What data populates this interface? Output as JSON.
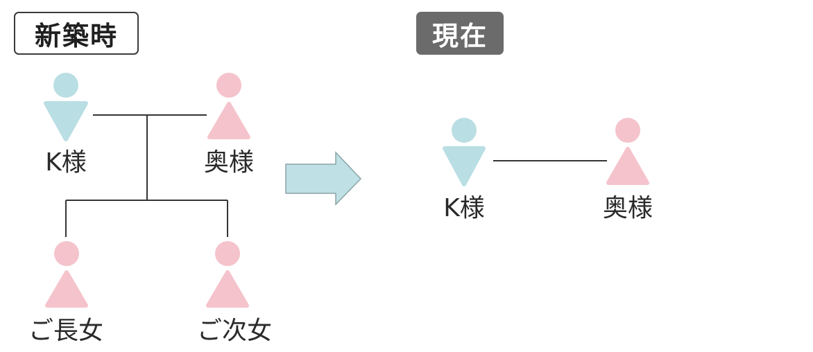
{
  "sections": {
    "before_label": "新築時",
    "after_label": "現在"
  },
  "people": {
    "husband": "K様",
    "wife": "奥様",
    "eldest_daughter": "ご長女",
    "second_daughter": "ご次女"
  },
  "colors": {
    "male": "#b9dee3",
    "female": "#f5c3cb",
    "arrow_fill": "#bfe1e6",
    "arrow_stroke": "#8aa3a6",
    "line": "#333333",
    "badge_dark": "#6b6b6b"
  },
  "icons": {
    "male": "male-person-icon",
    "female": "female-person-icon",
    "arrow": "right-arrow-icon"
  }
}
